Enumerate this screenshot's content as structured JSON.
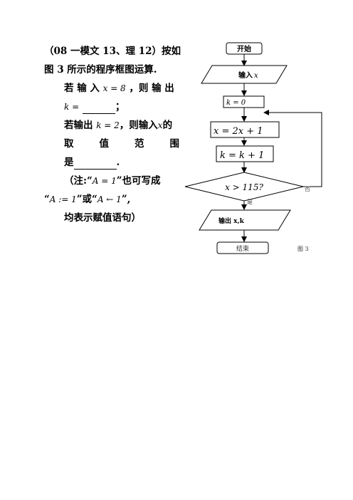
{
  "problem": {
    "line1": "（08 一模文 13、理 12）按如",
    "line2": "图 3 所示的程序框图运算.",
    "l3_a": "若 输 入",
    "l3_math": "x = 8",
    "l3_b": "，则 输 出",
    "l4_math": "k =",
    "l4_end": "；",
    "l5_a": "若输出",
    "l5_math": "k = 2",
    "l5_b": "，则输入",
    "l5_x": "x",
    "l5_c": "的",
    "l6_c1": "取",
    "l6_c2": "值",
    "l6_c3": "范",
    "l6_c4": "围",
    "l7_a": "是",
    "l7_end": ".",
    "note1_a": "（注:“",
    "note1_math": "A = 1",
    "note1_b": "”也可写成",
    "note2_a": "“",
    "note2_math1": "A := 1",
    "note2_b": "”或“",
    "note2_math2": "A ← 1",
    "note2_c": "”,",
    "note3": "均表示赋值语句）"
  },
  "flowchart": {
    "start": "开始",
    "input": "输入",
    "input_var": "x",
    "init": "k = 0",
    "assign_x": "x = 2x + 1",
    "assign_k": "k = k + 1",
    "decision": "x > 115?",
    "no_label": "否",
    "yes_label": "是",
    "output": "输出 x,k",
    "end": "结束",
    "figure_label": "图 3"
  }
}
